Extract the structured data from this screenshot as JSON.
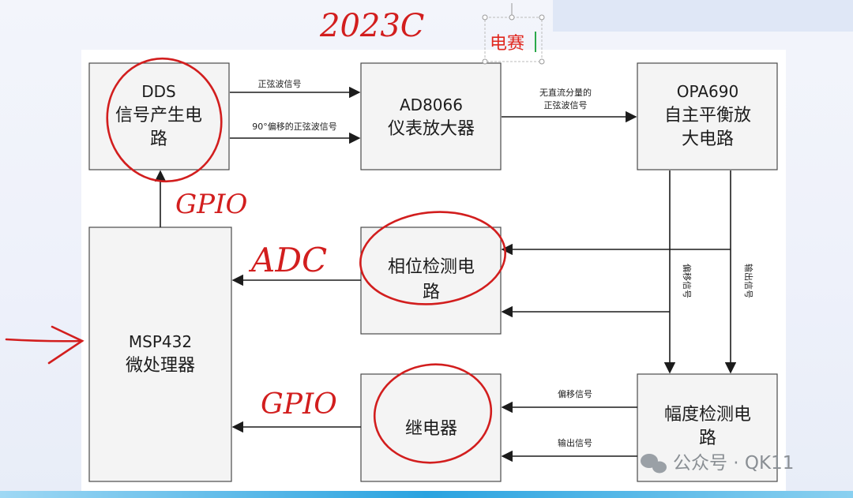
{
  "annotations": {
    "year": "2023C",
    "textbox": "电赛",
    "gpio_top": "GPIO",
    "adc": "ADC",
    "gpio_bottom": "GPIO"
  },
  "nodes": {
    "dds": {
      "title": "DDS",
      "lines": [
        "信号产生电",
        "路"
      ]
    },
    "ad": {
      "title": "AD8066",
      "lines": [
        "仪表放大器"
      ]
    },
    "opa": {
      "title": "OPA690",
      "lines": [
        "自主平衡放",
        "大电路"
      ]
    },
    "msp": {
      "title": "MSP432",
      "lines": [
        "微处理器"
      ]
    },
    "phase": {
      "title": "",
      "lines": [
        "相位检测电",
        "路"
      ]
    },
    "relay": {
      "title": "",
      "lines": [
        "继电器"
      ]
    },
    "amp": {
      "title": "",
      "lines": [
        "幅度检测电",
        "路"
      ]
    }
  },
  "edges": {
    "sine": "正弦波信号",
    "sine90": "90°偏移的正弦波信号",
    "no_dc_1": "无直流分量的",
    "no_dc_2": "正弦波信号",
    "offset_v": "偏移信号",
    "output_v": "输出信号",
    "offset_h": "偏移信号",
    "output_h": "输出信号"
  },
  "watermark": "公众号 · QK11",
  "colors": {
    "ink": "#1c1c1c",
    "annotation": "#d21e1e",
    "box_fill": "#f4f4f4"
  }
}
